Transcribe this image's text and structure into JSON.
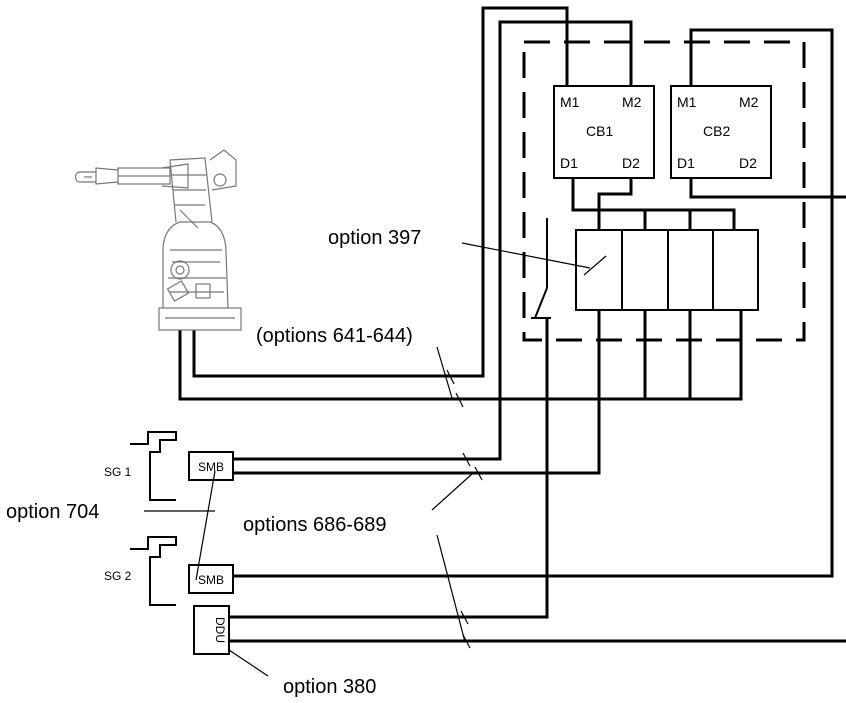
{
  "labels": {
    "option_397": "option 397",
    "options_641_644": "(options 641-644)",
    "option_704": "option 704",
    "options_686_689": "options 686-689",
    "option_380": "option 380",
    "sg1": "SG 1",
    "sg2": "SG 2"
  },
  "boards": {
    "cb1": {
      "name": "CB1",
      "m1": "M1",
      "m2": "M2",
      "d1": "D1",
      "d2": "D2"
    },
    "cb2": {
      "name": "CB2",
      "m1": "M1",
      "m2": "M2",
      "d1": "D1",
      "d2": "D2"
    }
  },
  "boxes": {
    "smb1": "SMB",
    "smb2": "SMB",
    "ddu": "DDU"
  }
}
